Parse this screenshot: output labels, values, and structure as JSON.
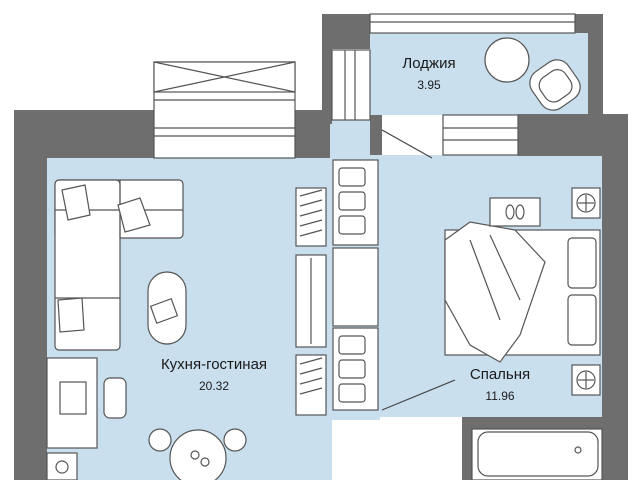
{
  "rooms": [
    {
      "id": "loggia",
      "name": "Лоджия",
      "area": "3.95"
    },
    {
      "id": "kitchen-living",
      "name": "Кухня-гостиная",
      "area": "20.32"
    },
    {
      "id": "bedroom",
      "name": "Спальня",
      "area": "11.96"
    }
  ],
  "colors": {
    "floor": "#c9dfee",
    "wall": "#6e6e6e",
    "furniture_fill": "#ffffff",
    "furniture_stroke": "#555555"
  }
}
